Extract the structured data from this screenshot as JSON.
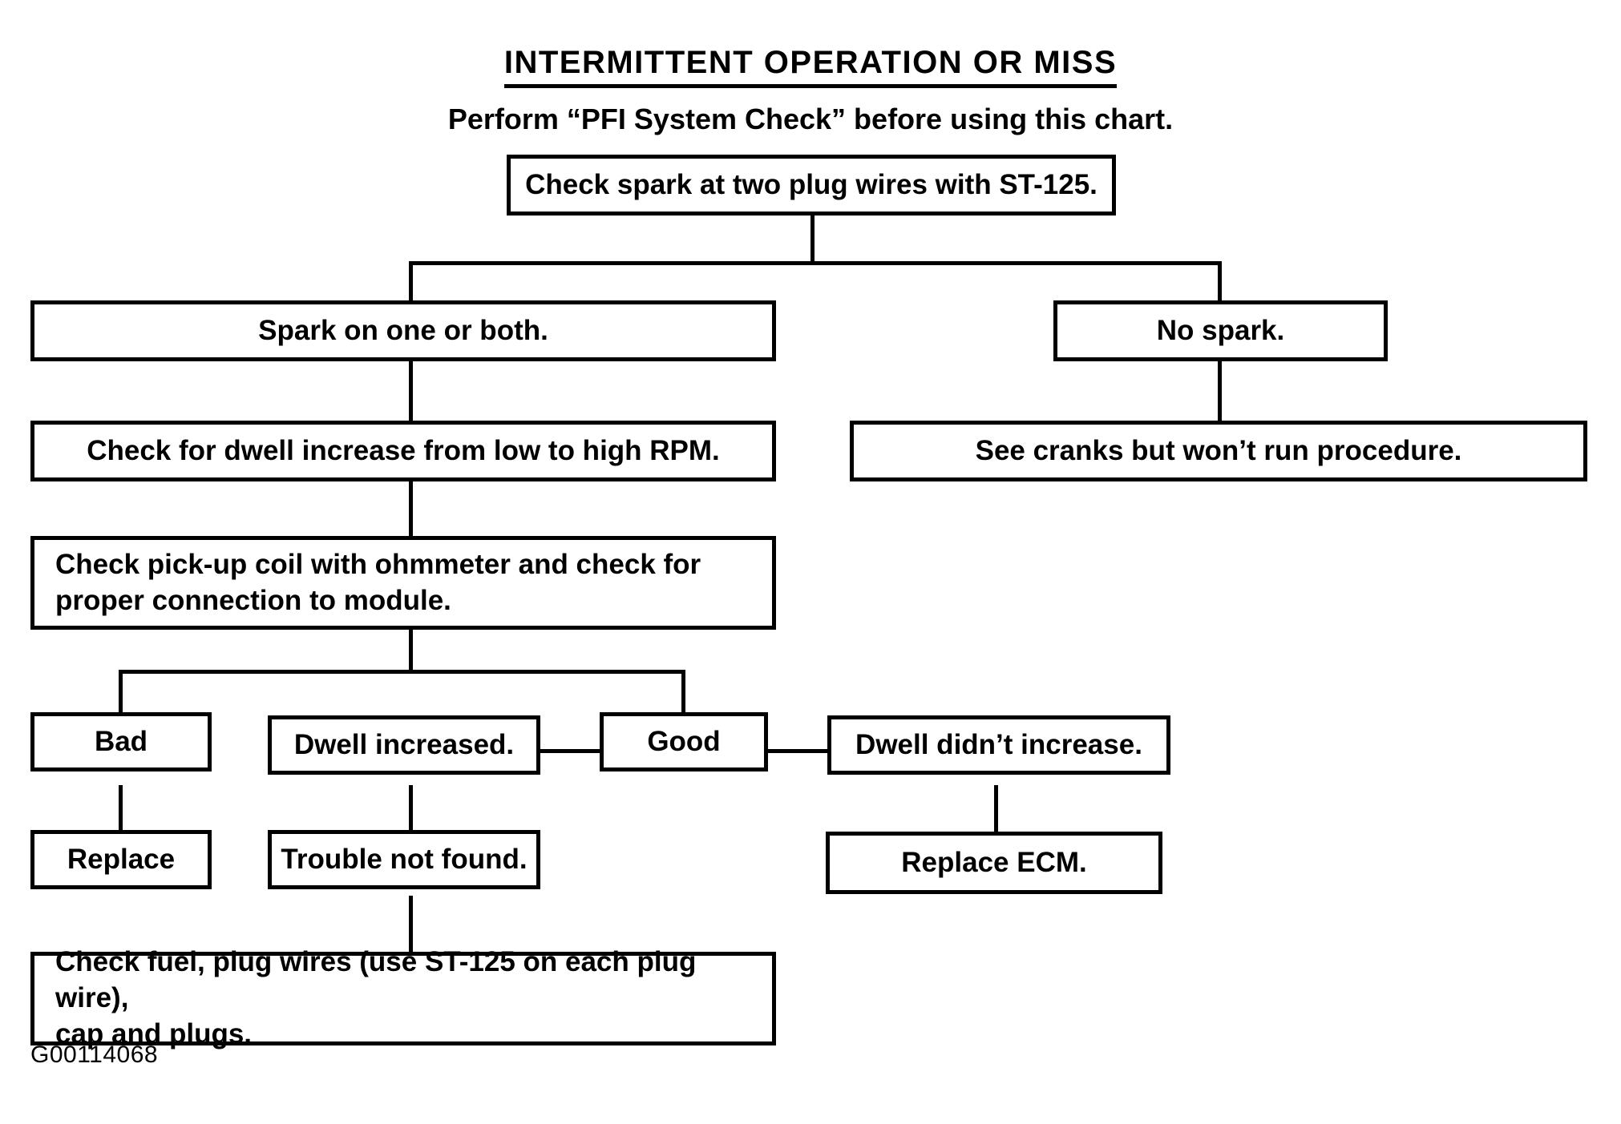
{
  "document": {
    "title": "INTERMITTENT OPERATION OR MISS",
    "subtitle": "Perform “PFI System Check” before using this chart.",
    "footer_code": "G00114068",
    "ink_color": "#000000",
    "background_color": "#ffffff"
  },
  "chart_data": {
    "type": "diagram",
    "diagram_kind": "troubleshooting-flowchart",
    "title": "INTERMITTENT OPERATION OR MISS",
    "subtitle": "Perform “PFI System Check” before using this chart.",
    "nodes": [
      {
        "id": "n1",
        "label": "Check spark at two plug wires with ST-125."
      },
      {
        "id": "n2",
        "label": "Spark on one or both."
      },
      {
        "id": "n3",
        "label": "No spark."
      },
      {
        "id": "n4",
        "label": "Check for dwell increase from low to high RPM."
      },
      {
        "id": "n5",
        "label": "See  cranks but won’t run procedure."
      },
      {
        "id": "n6a",
        "label": "Check pick-up coil with ohmmeter and check for"
      },
      {
        "id": "n6b",
        "label": "proper connection to module."
      },
      {
        "id": "n7",
        "label": "Bad"
      },
      {
        "id": "n8",
        "label": "Dwell increased."
      },
      {
        "id": "n9",
        "label": "Good"
      },
      {
        "id": "n10",
        "label": "Dwell didn’t increase."
      },
      {
        "id": "n11",
        "label": "Replace"
      },
      {
        "id": "n12",
        "label": "Trouble not found."
      },
      {
        "id": "n13",
        "label": "Replace ECM."
      },
      {
        "id": "n14a",
        "label": "Check fuel, plug wires (use ST-125 on each plug wire),"
      },
      {
        "id": "n14b",
        "label": "cap and plugs."
      }
    ],
    "edges": [
      {
        "from": "n1",
        "to": "n2",
        "style": "orthogonal"
      },
      {
        "from": "n1",
        "to": "n3",
        "style": "orthogonal"
      },
      {
        "from": "n2",
        "to": "n4",
        "style": "vertical"
      },
      {
        "from": "n3",
        "to": "n5",
        "style": "vertical"
      },
      {
        "from": "n4",
        "to": "n6a",
        "style": "vertical"
      },
      {
        "from": "n6a",
        "to": "n7",
        "style": "orthogonal"
      },
      {
        "from": "n6a",
        "to": "n9",
        "style": "orthogonal"
      },
      {
        "from": "n9",
        "to": "n8",
        "style": "horizontal"
      },
      {
        "from": "n9",
        "to": "n10",
        "style": "horizontal"
      },
      {
        "from": "n7",
        "to": "n11",
        "style": "vertical"
      },
      {
        "from": "n8",
        "to": "n12",
        "style": "vertical"
      },
      {
        "from": "n10",
        "to": "n13",
        "style": "vertical"
      },
      {
        "from": "n12",
        "to": "n14a",
        "style": "vertical"
      }
    ]
  },
  "boxes": {
    "check_spark": {
      "line1": "Check spark at two plug wires with ST-125."
    },
    "spark_one_or_both": {
      "line1": "Spark on one or both."
    },
    "no_spark": {
      "line1": "No spark."
    },
    "check_dwell": {
      "line1": "Check for dwell increase from low to high RPM."
    },
    "cranks_but_wont_run": {
      "line1": "See  cranks but won’t run procedure."
    },
    "check_pickup_coil": {
      "line1": "Check pick-up coil with ohmmeter and check for",
      "line2": "proper connection to module."
    },
    "bad": {
      "line1": "Bad"
    },
    "dwell_increased": {
      "line1": "Dwell increased."
    },
    "good": {
      "line1": "Good"
    },
    "dwell_didnt_increase": {
      "line1": "Dwell didn’t increase."
    },
    "replace": {
      "line1": "Replace"
    },
    "trouble_not_found": {
      "line1": "Trouble not found."
    },
    "replace_ecm": {
      "line1": "Replace ECM."
    },
    "check_fuel": {
      "line1": "Check fuel, plug wires (use ST-125 on each plug wire),",
      "line2": "cap and plugs."
    }
  }
}
